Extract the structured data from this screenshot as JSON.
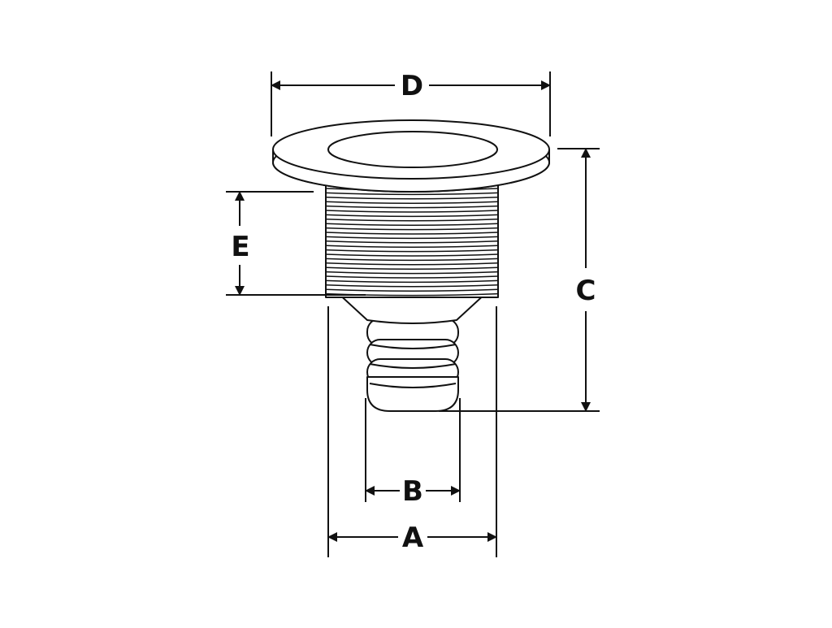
{
  "diagram": {
    "colors": {
      "stroke": "#111111",
      "fill": "#ffffff"
    },
    "labels": {
      "a": "A",
      "b": "B",
      "c": "C",
      "d": "D",
      "e": "E"
    }
  }
}
